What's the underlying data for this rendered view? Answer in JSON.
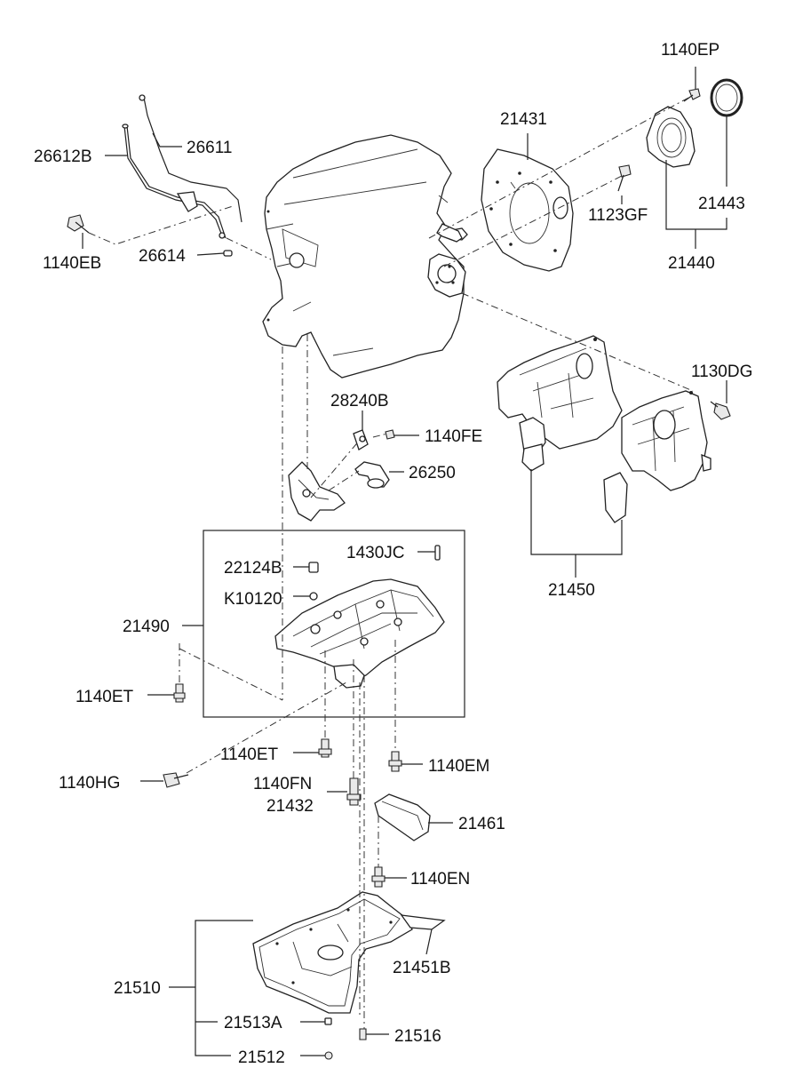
{
  "labels": {
    "l_26612B": "26612B",
    "l_26611": "26611",
    "l_1140EB": "1140EB",
    "l_26614": "26614",
    "l_21431": "21431",
    "l_1140EP": "1140EP",
    "l_21443": "21443",
    "l_1123GF": "1123GF",
    "l_21440": "21440",
    "l_1130DG": "1130DG",
    "l_28240B": "28240B",
    "l_1140FE": "1140FE",
    "l_26250": "26250",
    "l_1430JC": "1430JC",
    "l_22124B": "22124B",
    "l_K10120": "K10120",
    "l_21490": "21490",
    "l_21450": "21450",
    "l_1140ET_a": "1140ET",
    "l_1140ET_b": "1140ET",
    "l_1140EM": "1140EM",
    "l_1140HG": "1140HG",
    "l_1140FN": "1140FN",
    "l_21432": "21432",
    "l_21461": "21461",
    "l_1140EN": "1140EN",
    "l_21451B": "21451B",
    "l_21510": "21510",
    "l_21513A": "21513A",
    "l_21516": "21516",
    "l_21512": "21512"
  }
}
